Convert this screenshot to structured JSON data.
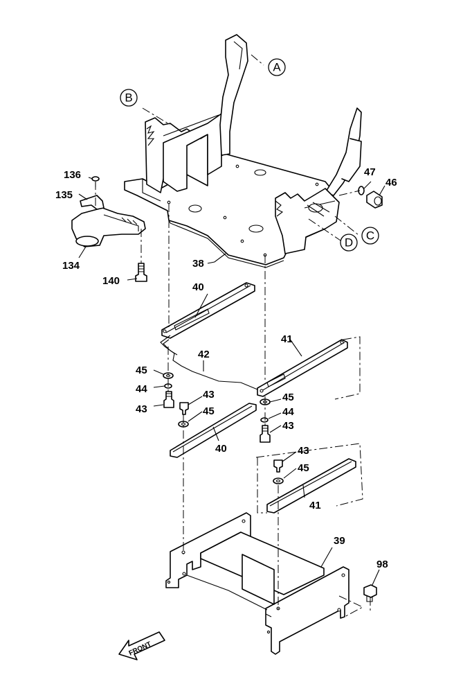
{
  "ref_circles": {
    "a": "A",
    "b": "B",
    "c": "C",
    "d": "D"
  },
  "callouts": {
    "p38": "38",
    "p39": "39",
    "p40a": "40",
    "p40b": "40",
    "p41a": "41",
    "p41b": "41",
    "p42": "42",
    "p43a": "43",
    "p43b": "43",
    "p43c": "43",
    "p43d": "43",
    "p44a": "44",
    "p44b": "44",
    "p45a": "45",
    "p45b": "45",
    "p45c": "45",
    "p45d": "45",
    "p46": "46",
    "p47": "47",
    "p98": "98",
    "p134": "134",
    "p135": "135",
    "p136": "136",
    "p140": "140"
  },
  "front_label": "FRONT"
}
